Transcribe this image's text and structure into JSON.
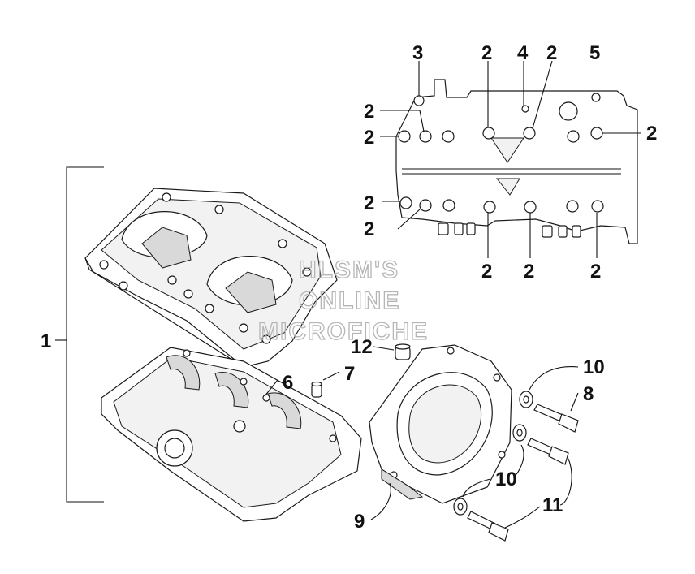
{
  "watermark": {
    "line1": "HLSM'S",
    "line2": "ONLINE",
    "line3": "MICROFICHE"
  },
  "callouts": {
    "c1": "1",
    "c2": "2",
    "c3": "3",
    "c4": "4",
    "c5": "5",
    "c6": "6",
    "c7": "7",
    "c8": "8",
    "c9": "9",
    "c10": "10",
    "c11": "11",
    "c12": "12"
  }
}
